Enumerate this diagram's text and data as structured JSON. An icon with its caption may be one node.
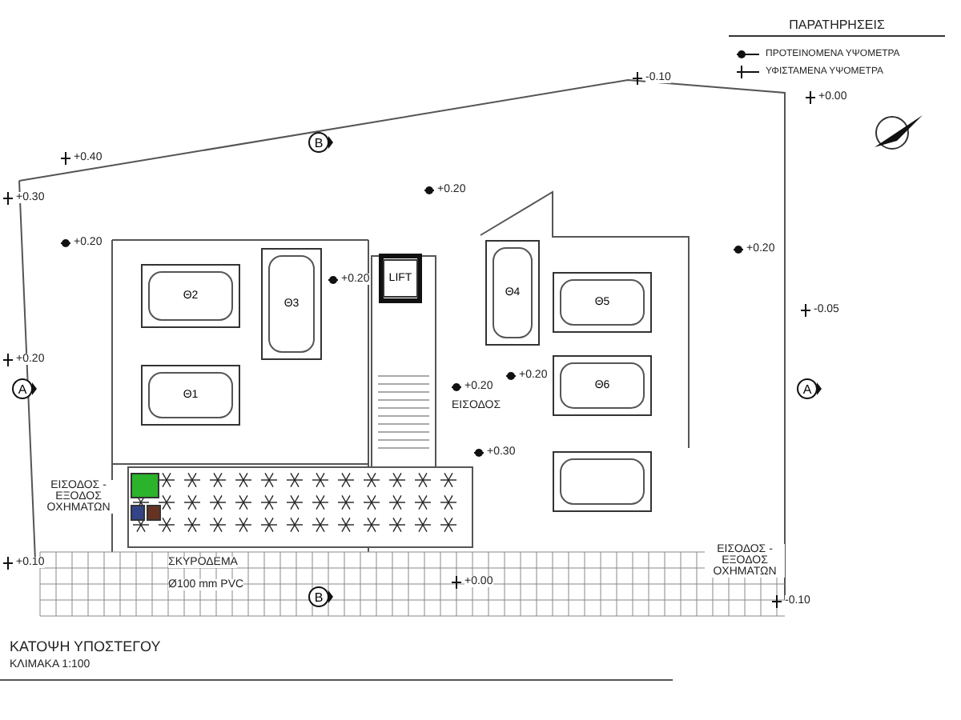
{
  "diagram": {
    "title": "ΚΑΤΟΨΗ ΥΠΟΣΤΕΓΟΥ",
    "nodes": [
      {
        "text": [
          "Θ2"
        ]
      },
      {
        "text": [
          "Θ3"
        ]
      },
      {
        "text": [
          "LIFT"
        ]
      },
      {
        "text": [
          "Θ1"
        ]
      },
      {
        "text": [
          "Θ4"
        ]
      },
      {
        "text": [
          "Θ5"
        ]
      },
      {
        "text": [
          "Θ6"
        ]
      },
      {
        "text": [],
        "shape": "box"
      }
    ],
    "labels": [
      "ΠΑΡΑΤΗΡΗΣΕΙΣ",
      "-0.10",
      "+0.00",
      "+0.40",
      "+0.30",
      "+0.20",
      "+0.20",
      "+0.20",
      "+0.20",
      "-0.05",
      "+0.20",
      "+0.20",
      "+0.20",
      "ΕΙΣΟΔΟΣ",
      "+0.30",
      "ΕΙΣΟΔΟΣ - ΕΞΟΔΟΣ ΟΧΗΜΑΤΩΝ",
      "ΕΙΣΟΔΟΣ - ΕΞΟΔΟΣ ΟΧΗΜΑΤΩΝ",
      "+0.10",
      "ΣΚΥΡΟΔΕΜΑ",
      "Ø100 mm PVC",
      "+0.00",
      "-0.10",
      "ΚΛΙΜΑΚΑ 1:100",
      "A",
      "A",
      "B",
      "B"
    ],
    "legend": [
      {
        "text": "ΠΡΟΤΕΙΝΟΜΕΝΑ ΥΨΟΜΕΤΡΑ"
      },
      {
        "text": "ΥΦΙΣΤΑΜΕΝΑ ΥΨΟΜΕΤΡΑ"
      }
    ]
  }
}
